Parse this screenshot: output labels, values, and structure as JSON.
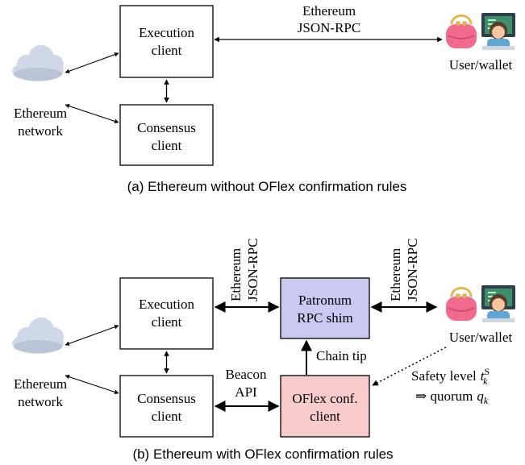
{
  "diagram_a": {
    "nodes": {
      "execution": [
        "Execution",
        "client"
      ],
      "consensus": [
        "Consensus",
        "client"
      ],
      "network": [
        "Ethereum",
        "network"
      ],
      "user": "User/wallet"
    },
    "edge_label": [
      "Ethereum",
      "JSON-RPC"
    ],
    "caption": "(a) Ethereum without OFlex confirmation rules"
  },
  "diagram_b": {
    "nodes": {
      "execution": [
        "Execution",
        "client"
      ],
      "consensus": [
        "Consensus",
        "client"
      ],
      "network": [
        "Ethereum",
        "network"
      ],
      "shim": [
        "Patronum",
        "RPC shim"
      ],
      "oflex": [
        "OFlex conf.",
        "client"
      ],
      "user": "User/wallet"
    },
    "edge_labels": {
      "rpc_left": [
        "Ethereum",
        "JSON-RPC"
      ],
      "rpc_right": [
        "Ethereum",
        "JSON-RPC"
      ],
      "beacon": [
        "Beacon",
        "API"
      ],
      "chain_tip": "Chain tip"
    },
    "safety": {
      "prefix": "Safety level",
      "var": "t",
      "sup": "S",
      "sub": "k",
      "line2_prefix": "⇒ quorum",
      "q": "q",
      "q_sub": "k"
    },
    "caption": "(b) Ethereum with OFlex confirmation rules"
  },
  "colors": {
    "shim_fill": "#c9c9f2",
    "oflex_fill": "#f8cccc",
    "stroke": "#000000"
  },
  "icons": [
    "cloud-icon",
    "purse-icon",
    "technologist-icon"
  ]
}
